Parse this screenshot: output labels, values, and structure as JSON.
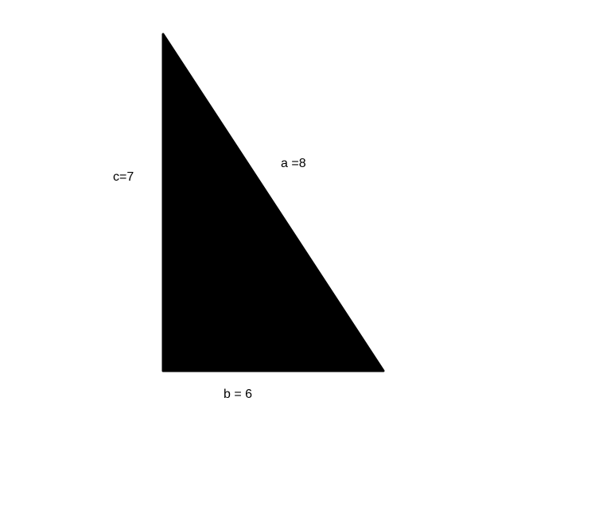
{
  "colors": {
    "background": "#ffffff",
    "triangle_fill": "#000000",
    "text": "#000000"
  },
  "triangle": {
    "labels": {
      "c": "c=7",
      "a": "a =8",
      "b": "b = 6"
    }
  }
}
